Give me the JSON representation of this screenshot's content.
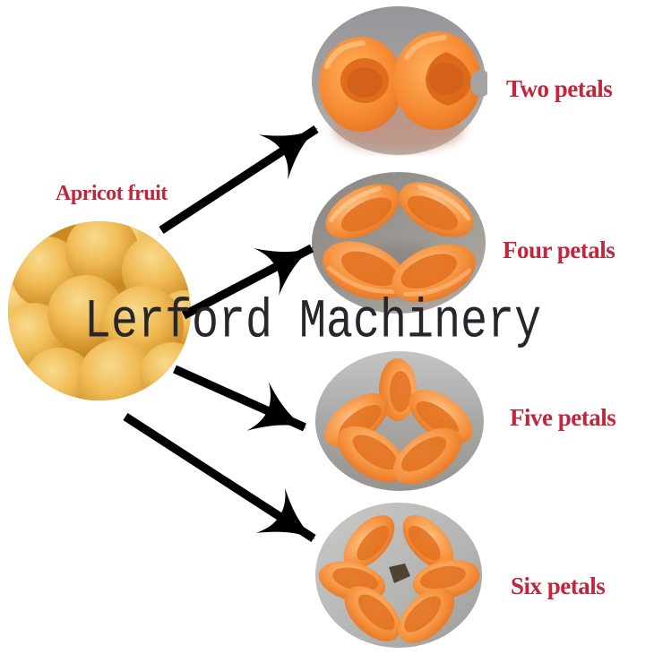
{
  "page": {
    "title": "Apricot fruit cutting into petals diagram",
    "background": "#ffffff"
  },
  "watermark": {
    "text": "Lerford Machinery",
    "color": "#26262c"
  },
  "source": {
    "label": "Apricot fruit",
    "photo_name": "apricot-pile-photo"
  },
  "results": [
    {
      "label": "Two petals",
      "photo_name": "two-petals-photo"
    },
    {
      "label": "Four petals",
      "photo_name": "four-petals-photo"
    },
    {
      "label": "Five petals",
      "photo_name": "five-petals-photo"
    },
    {
      "label": "Six petals",
      "photo_name": "six-petals-photo"
    }
  ],
  "arrows": {
    "count": 4,
    "color": "#000000",
    "style": "thick shaft with curved swallowtail head"
  },
  "colors": {
    "label_red": "#c0263c",
    "watermark_dark": "#26262c",
    "apricot_orange": "#f1862f",
    "apricot_orange_deep": "#d8611a",
    "apricot_yellow": "#eab14a",
    "photo_gray": "#a3a19e",
    "arrow_black": "#000000"
  }
}
